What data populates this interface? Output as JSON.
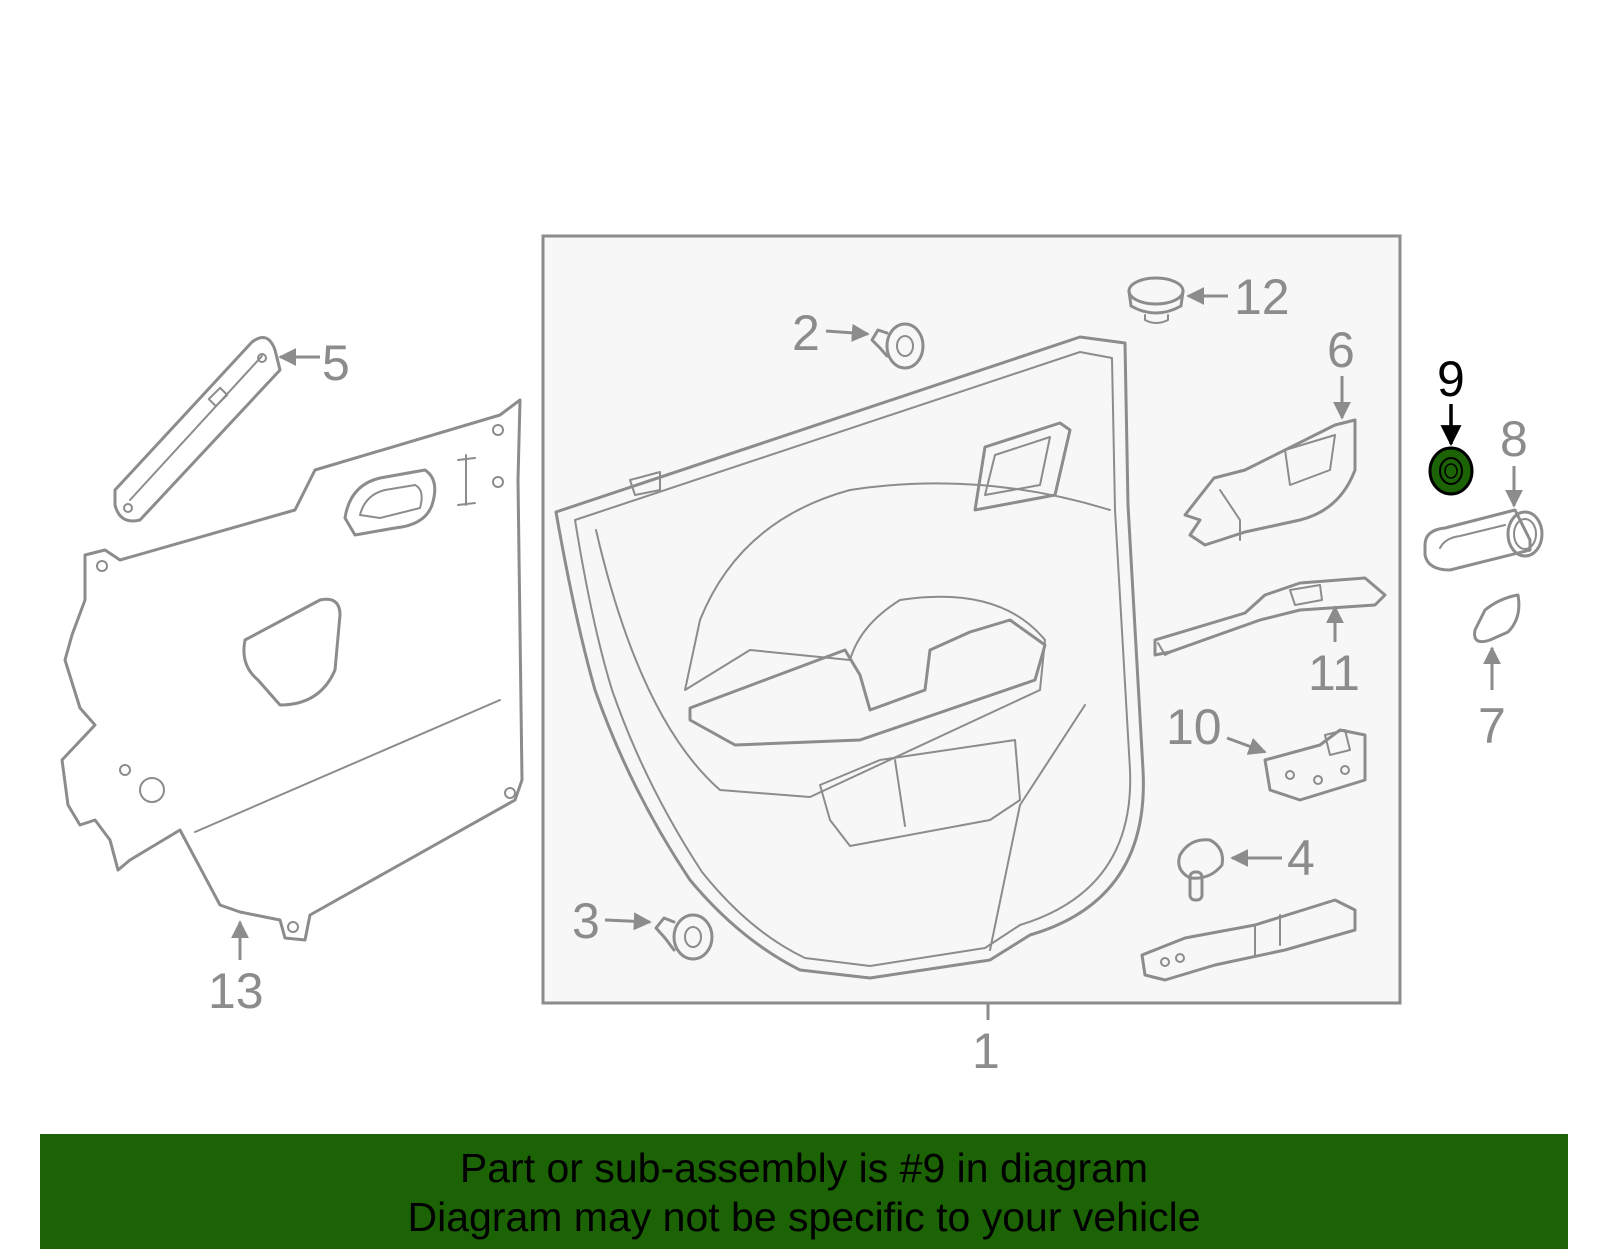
{
  "diagram": {
    "callouts": [
      {
        "id": "1",
        "label": "1"
      },
      {
        "id": "2",
        "label": "2"
      },
      {
        "id": "3",
        "label": "3"
      },
      {
        "id": "4",
        "label": "4"
      },
      {
        "id": "5",
        "label": "5"
      },
      {
        "id": "6",
        "label": "6"
      },
      {
        "id": "7",
        "label": "7"
      },
      {
        "id": "8",
        "label": "8"
      },
      {
        "id": "9",
        "label": "9",
        "highlighted": true
      },
      {
        "id": "10",
        "label": "10"
      },
      {
        "id": "11",
        "label": "11"
      },
      {
        "id": "12",
        "label": "12"
      },
      {
        "id": "13",
        "label": "13"
      }
    ],
    "highlight_color": "#1b6304",
    "line_color": "#8c8c8c"
  },
  "banner": {
    "line1": "Part or sub-assembly is #9 in diagram",
    "line2": "Diagram may not be specific to your vehicle",
    "background": "#1b6304"
  }
}
